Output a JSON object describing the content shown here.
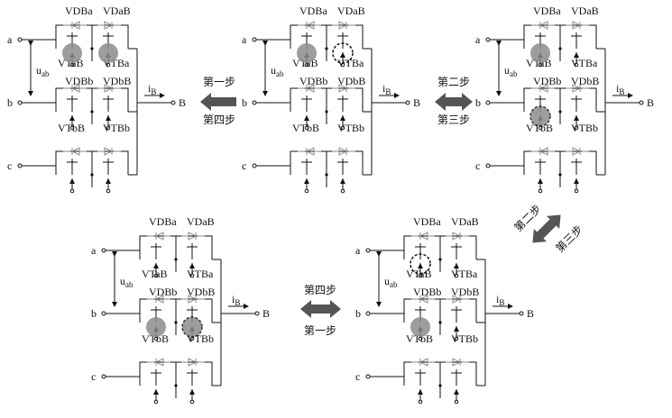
{
  "labels": {
    "VDBa": "VDBa",
    "VDaB": "VDaB",
    "VTaB": "VTaB",
    "VTBa": "VTBa",
    "VDBb": "VDBb",
    "VDbB": "VDbB",
    "VTbB": "VTbB",
    "VTBb": "VTBb",
    "node_a": "a",
    "node_b": "b",
    "node_c": "c",
    "node_B": "B",
    "u_sym": "u",
    "u_sub": "ab",
    "i_sym": "i",
    "i_sub": "B"
  },
  "steps": {
    "s1": "第一步",
    "s2": "第二步",
    "s3": "第三步",
    "s4": "第四步"
  },
  "colors": {
    "line": "#111111",
    "diode": "#888888",
    "on_fill": "#8c8c8c",
    "arrow": "#555555"
  }
}
